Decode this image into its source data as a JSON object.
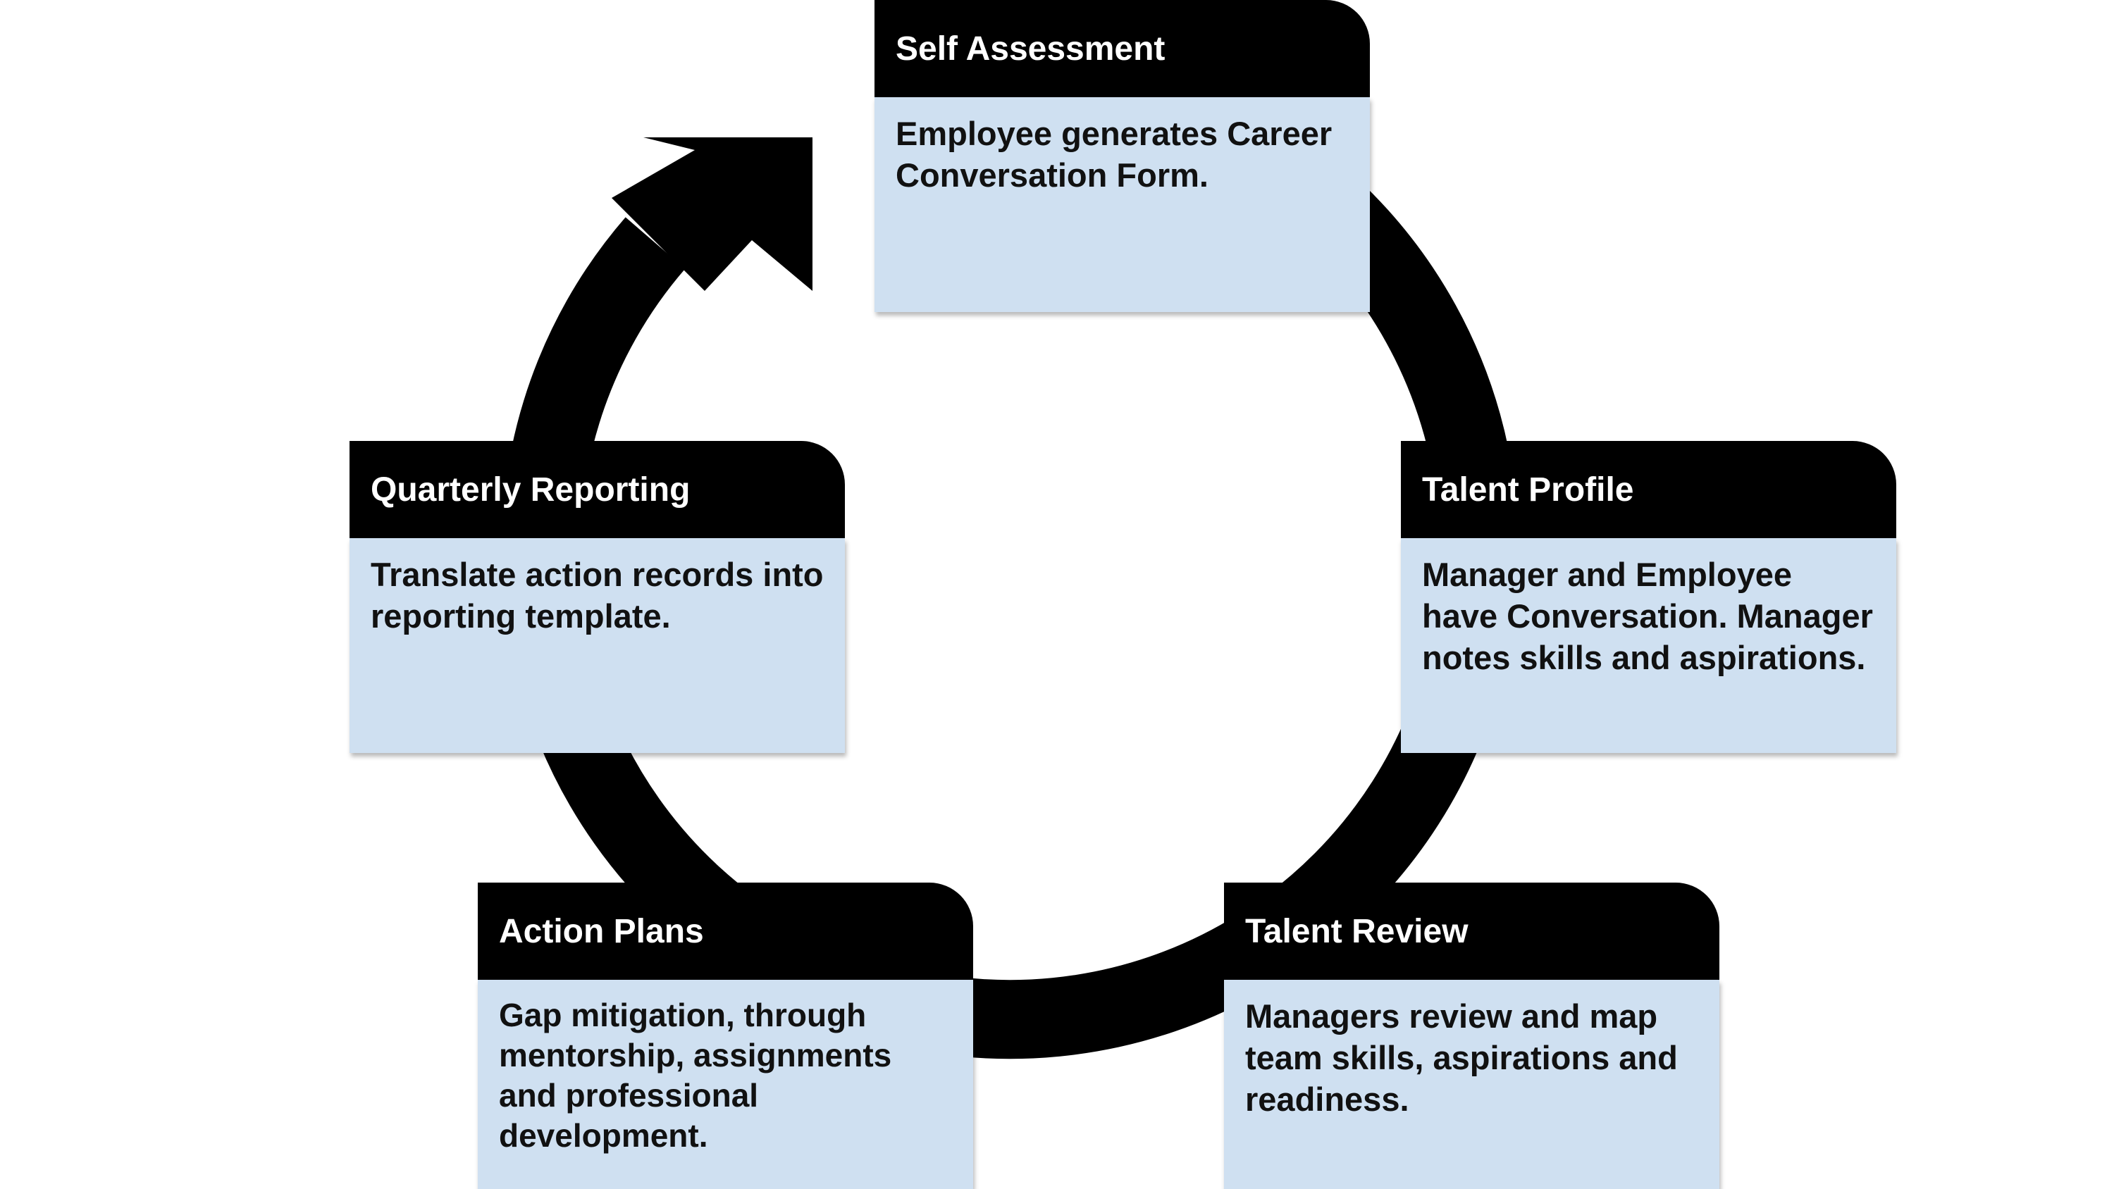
{
  "colors": {
    "arc": "#000000",
    "header": "#000000",
    "header_text": "#ffffff",
    "body": "#cfe0f1",
    "body_text": "#111111"
  },
  "steps": [
    {
      "title": "Self Assessment",
      "text": "Employee generates Career Conversation Form."
    },
    {
      "title": "Talent Profile",
      "text": "Manager and Employee have Conversation. Manager notes skills and aspirations."
    },
    {
      "title": "Talent Review",
      "text": "Managers review and map team skills, aspirations and readiness."
    },
    {
      "title": "Action Plans",
      "text": "Gap mitigation, through mentorship, assignments and professional development."
    },
    {
      "title": "Quarterly Reporting",
      "text": "Translate action records into reporting template."
    }
  ]
}
